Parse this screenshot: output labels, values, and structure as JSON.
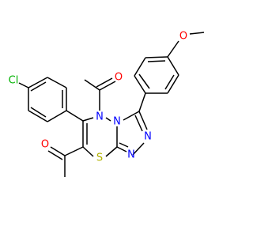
{
  "molecule": {
    "colors": {
      "bond": "#000000",
      "carbon_text": "#000000",
      "oxygen": "#ff0000",
      "nitrogen": "#0000ff",
      "sulfur": "#b2b200",
      "chlorine": "#00b200",
      "background": "#ffffff"
    },
    "labels": {
      "acetyl_top_O": "O",
      "acetyl_bottom_O": "O",
      "chlorine": "Cl",
      "methoxy_O": "O",
      "ring_N5": "N",
      "ring_N_fused": "N",
      "triazole_N1": "N",
      "triazole_N2": "N",
      "sulfur": "S"
    }
  }
}
